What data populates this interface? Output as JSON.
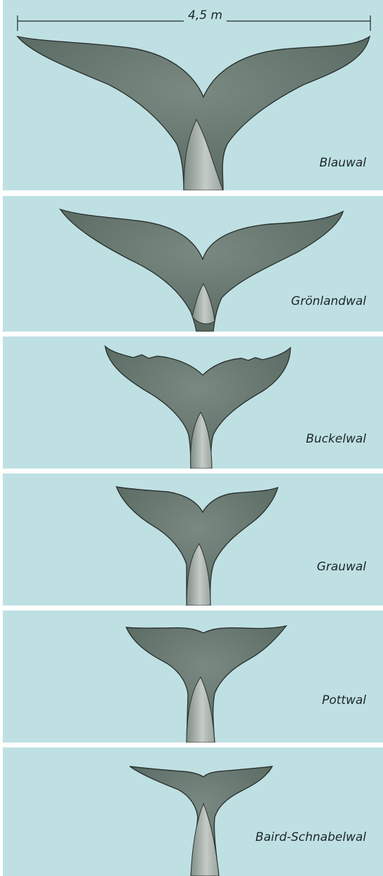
{
  "scale": {
    "label": "4,5 m"
  },
  "whales": [
    {
      "name": "Blauwal"
    },
    {
      "name": "Grönlandwal"
    },
    {
      "name": "Buckelwal"
    },
    {
      "name": "Grauwal"
    },
    {
      "name": "Pottwal"
    },
    {
      "name": "Baird-Schnabelwal"
    }
  ],
  "colors": {
    "background": "#bfe0e3",
    "fluke_dark": "#5f7168",
    "fluke_light": "#a9b3ad",
    "outline": "#2b3330"
  }
}
